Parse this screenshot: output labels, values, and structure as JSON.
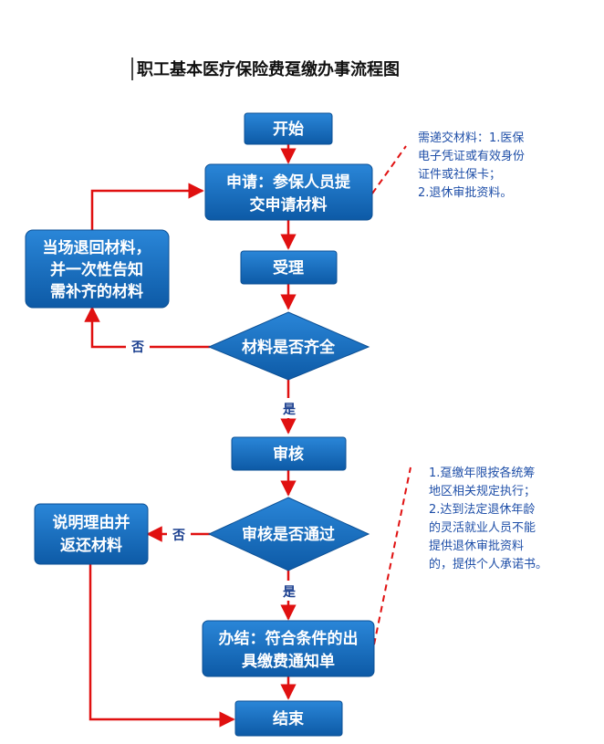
{
  "title": "职工基本医疗保险费趸缴办事流程图",
  "colors": {
    "box": "#1470c8",
    "box_dark": "#0d5aa6",
    "arrow": "#e01010",
    "note_text": "#1f4fa8"
  },
  "nodes": {
    "start": "开始",
    "apply": [
      "申请：参保人员提",
      "交申请材料"
    ],
    "accept": "受理",
    "materials_check": "材料是否齐全",
    "return_materials": [
      "当场退回材料，",
      "并一次性告知",
      "需补齐的材料"
    ],
    "review": "审核",
    "review_check": "审核是否通过",
    "explain_return": [
      "说明理由并",
      "返还材料"
    ],
    "finish": [
      "办结：符合条件的出",
      "具缴费通知单"
    ],
    "end": "结束"
  },
  "labels": {
    "materials_no": "否",
    "materials_yes": "是",
    "review_no": "否",
    "review_yes": "是"
  },
  "notes": {
    "apply_note": [
      "需递交材料：1.医保",
      "电子凭证或有效身份",
      "证件或社保卡；",
      "2.退休审批资料。"
    ],
    "finish_note": [
      "1.趸缴年限按各统筹",
      "地区相关规定执行；",
      "2.达到法定退休年龄",
      "的灵活就业人员不能",
      "提供退休审批资料",
      "的，提供个人承诺书。"
    ]
  }
}
